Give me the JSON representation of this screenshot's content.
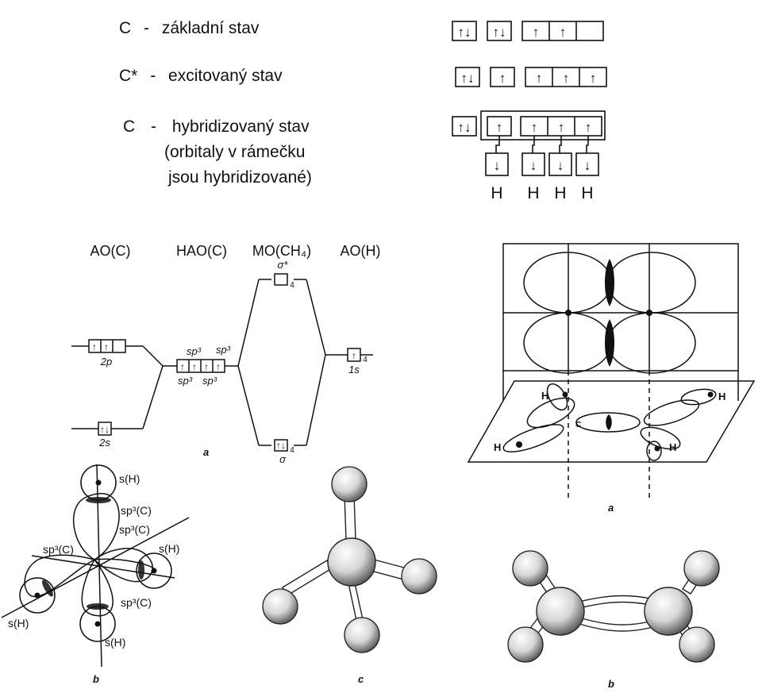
{
  "states": [
    {
      "symbol": "C",
      "dash": "-",
      "name": "základní stav"
    },
    {
      "symbol": "C*",
      "dash": "-",
      "name": "excitovaný stav"
    },
    {
      "symbol": "C",
      "dash": "-",
      "name": "hybridizovaný stav",
      "note1": "(orbitaly v rámečku",
      "note2": "jsou hybridizované)"
    }
  ],
  "arrows": {
    "pair": "↑↓",
    "up": "↑",
    "down": "↓"
  },
  "h_labels": [
    "H",
    "H",
    "H",
    "H"
  ],
  "energy_diagram": {
    "columns": [
      "AO(C)",
      "HAO(C)",
      "MO(CH₄)",
      "AO(H)"
    ],
    "levels": {
      "p2": "2p",
      "s2": "2s",
      "s1": "1s",
      "sp3": "sp³",
      "sigma_star": "σ*",
      "sigma": "σ",
      "sub4": "4"
    },
    "panel_label": "a"
  },
  "ethylene_orbitals": {
    "h": "H",
    "c": "C",
    "panel_label": "a"
  },
  "methane_orbitals": {
    "labels": [
      "s(H)",
      "sp³(C)",
      "sp³(C)",
      "sp³(C)",
      "s(H)",
      "sp³(C)",
      "s(H)",
      "s(H)"
    ],
    "panel_label": "b"
  },
  "methane_model": {
    "panel_label": "c"
  },
  "ethylene_model": {
    "panel_label": "b"
  }
}
